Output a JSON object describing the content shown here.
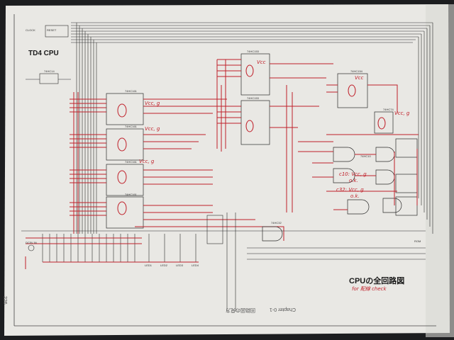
{
  "title": "TD4 CPU",
  "figure_caption": "CPUの全回路図",
  "handwritten_note": "for 配線 check",
  "page_number": "226",
  "footer": {
    "section": "回路図の見方",
    "chapter": "Chapter 0-1"
  },
  "chips": {
    "counter_1": "74HC161",
    "counter_2": "74HC161",
    "counter_3": "74HC161",
    "counter_4": "74HC161",
    "selector_1": "74HC153",
    "selector_2": "74HC153",
    "decoder": "74HC154",
    "gate_14": "74HC14",
    "gate_32": "74HC32",
    "gate_10": "74HC10",
    "gate_74": "74HC74"
  },
  "annotations": {
    "vcc_counter_1": "Vcc, g",
    "vcc_counter_2": "Vcc, g",
    "vcc_counter_3": "Vcc, g",
    "vcc_selector": "Vcc",
    "vcc_decoder": "Vcc",
    "vcc_right": "Vcc, g",
    "check_c10": "c10: Vcc, g",
    "check_c10_ok": "o.k.",
    "check_c32": "c32: Vcc, g",
    "check_c32_ok": "o.k."
  },
  "labels": {
    "reset": "RESET",
    "clock": "CLOCK",
    "power": "DC5V IN",
    "led_1": "LED1",
    "led_2": "LED2",
    "led_3": "LED3",
    "led_4": "LED4",
    "rom": "ROM"
  },
  "colors": {
    "paper": "#e9e8e4",
    "ink": "#2b2b2b",
    "red": "#c0202a",
    "shadow": "#1c1d1f"
  }
}
